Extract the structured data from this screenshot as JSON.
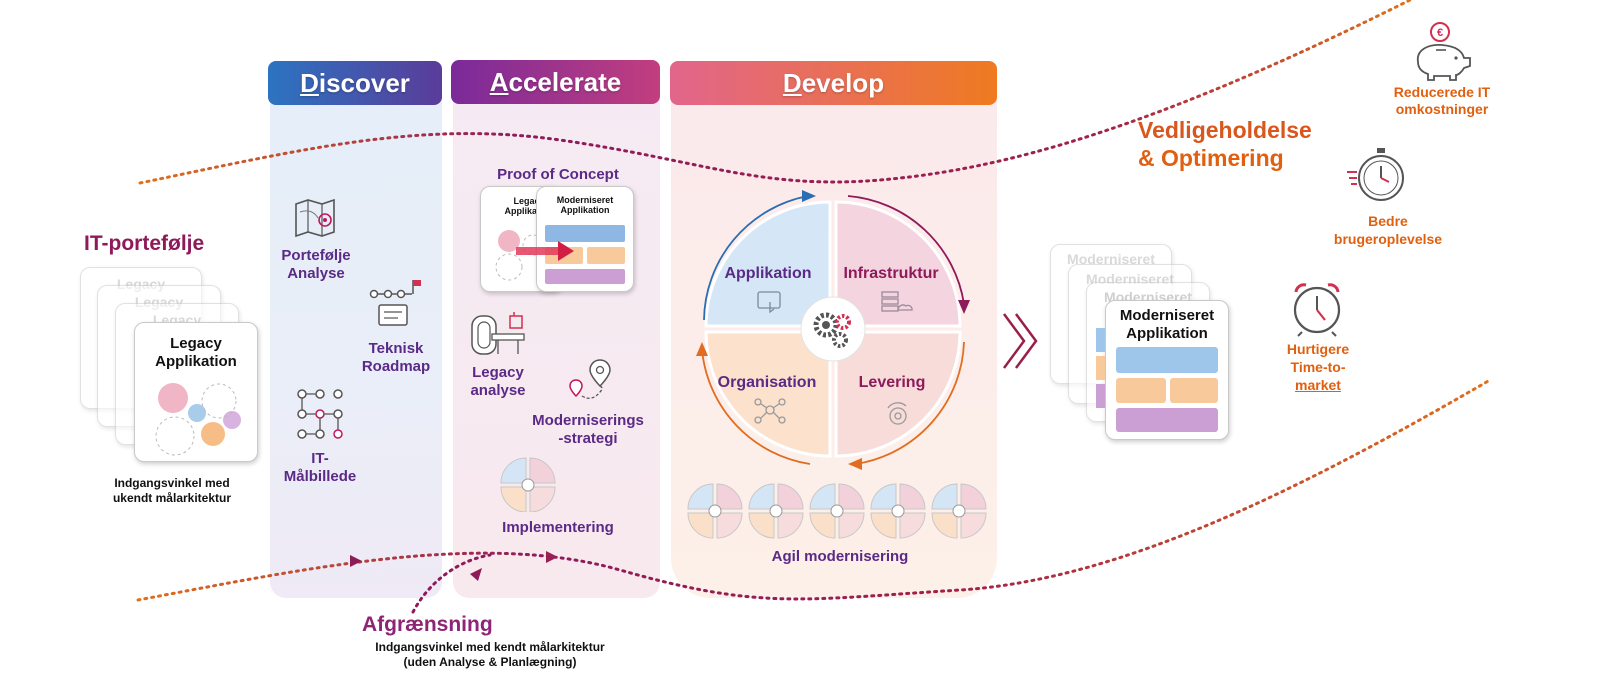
{
  "columns": {
    "discover": {
      "first": "D",
      "rest": "iscover"
    },
    "accelerate": {
      "first": "A",
      "rest": "ccelerate"
    },
    "develop": {
      "first": "D",
      "rest": "evelop"
    }
  },
  "left": {
    "title": "IT-portefølje",
    "card_ghost": "Legacy",
    "card_title_1": "Legacy",
    "card_title_2": "Applikation",
    "caption_1": "Indgangsvinkel med",
    "caption_2": "ukendt målarkitektur"
  },
  "discover": {
    "portfolio_1": "Portefølje",
    "portfolio_2": "Analyse",
    "roadmap_1": "Teknisk",
    "roadmap_2": "Roadmap",
    "target_1": "IT-",
    "target_2": "Målbillede"
  },
  "accelerate": {
    "poc_title": "Proof of Concept",
    "poc_legacy_1": "Legacy",
    "poc_legacy_2": "Applikation",
    "poc_modern_1": "Moderniseret",
    "poc_modern_2": "Applikation",
    "legacy_analysis_1": "Legacy",
    "legacy_analysis_2": "analyse",
    "strategy_1": "Moderniserings",
    "strategy_2": "-strategi",
    "implementation": "Implementering"
  },
  "develop": {
    "quadrants": {
      "applikation": "Applikation",
      "infrastruktur": "Infrastruktur",
      "organisation": "Organisation",
      "levering": "Levering"
    },
    "agile": "Agil modernisering"
  },
  "right": {
    "title_1": "Vedligeholdelse",
    "title_2": "& Optimering",
    "card_ghost": "Moderniseret",
    "card_title_1": "Moderniseret",
    "card_title_2": "Applikation",
    "benefit_cost_1": "Reducerede IT",
    "benefit_cost_2": "omkostninger",
    "benefit_ux_1": "Bedre",
    "benefit_ux_2": "brugeroplevelse",
    "benefit_ttm_1": "Hurtigere",
    "benefit_ttm_2": "Time-to-",
    "benefit_ttm_3": "market"
  },
  "bottom": {
    "title": "Afgrænsning",
    "caption_1": "Indgangsvinkel med kendt målarkitektur",
    "caption_2": "(uden Analyse & Planlægning)"
  },
  "colors": {
    "purple": "#5a2a86",
    "magenta": "#8e1a5a",
    "orange": "#e0600f",
    "blue": "#2a6db5",
    "pink": "#e8a7b9",
    "light_blue": "#9ec6ea",
    "light_orange": "#f8c99a",
    "light_purple": "#cc9fd4"
  }
}
